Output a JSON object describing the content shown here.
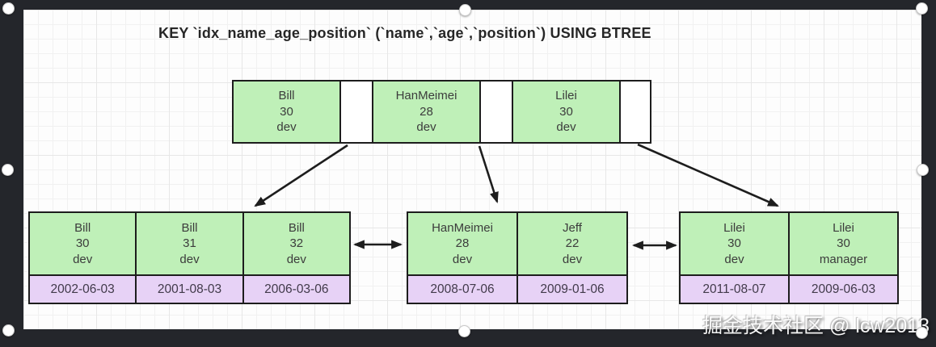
{
  "title": "KEY `idx_name_age_position` (`name`,`age`,`position`) USING BTREE",
  "root_node": {
    "entries": [
      {
        "name": "Bill",
        "age": "30",
        "position": "dev"
      },
      {
        "name": "HanMeimei",
        "age": "28",
        "position": "dev"
      },
      {
        "name": "Lilei",
        "age": "30",
        "position": "dev"
      }
    ]
  },
  "leaf_nodes": [
    {
      "entries": [
        {
          "name": "Bill",
          "age": "30",
          "position": "dev",
          "date": "2002-06-03"
        },
        {
          "name": "Bill",
          "age": "31",
          "position": "dev",
          "date": "2001-08-03"
        },
        {
          "name": "Bill",
          "age": "32",
          "position": "dev",
          "date": "2006-03-06"
        }
      ]
    },
    {
      "entries": [
        {
          "name": "HanMeimei",
          "age": "28",
          "position": "dev",
          "date": "2008-07-06"
        },
        {
          "name": "Jeff",
          "age": "22",
          "position": "dev",
          "date": "2009-01-06"
        }
      ]
    },
    {
      "entries": [
        {
          "name": "Lilei",
          "age": "30",
          "position": "dev",
          "date": "2011-08-07"
        },
        {
          "name": "Lilei",
          "age": "30",
          "position": "manager",
          "date": "2009-06-03"
        }
      ]
    }
  ],
  "watermark": "掘金技术社区 @ lcw2013",
  "colors": {
    "cell_green": "#bff0b8",
    "cell_purple": "#e7d2f6",
    "line": "#1d1d1d",
    "frame": "#24262b"
  }
}
